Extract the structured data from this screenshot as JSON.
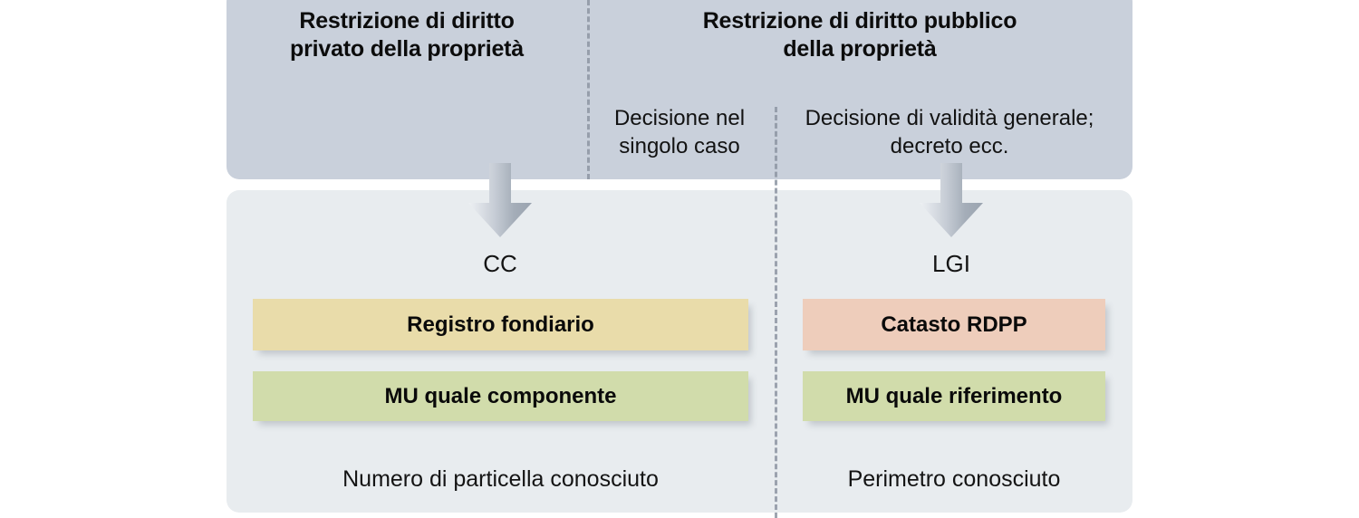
{
  "diagram": {
    "columns": {
      "private": {
        "title": "Restrizione di diritto\nprivato della proprietà",
        "title_line1": "Restrizione di diritto",
        "title_line2": "privato della proprietà"
      },
      "public": {
        "title_line1": "Restrizione di diritto pubblico",
        "title_line2": "della proprietà"
      }
    },
    "subheads": {
      "single_case_line1": "Decisione nel",
      "single_case_line2": "singolo caso",
      "general_line1": "Decisione di validità generale;",
      "general_line2": "decreto ecc."
    },
    "laws": {
      "left": "CC",
      "right": "LGI"
    },
    "boxes": {
      "registro_fondiario": "Registro fondiario",
      "mu_componente": "MU quale componente",
      "catasto_rdpp": "Catasto RDPP",
      "mu_riferimento": "MU quale riferimento"
    },
    "footnotes": {
      "left": "Numero di particella conosciuto",
      "right": "Perimetro conosciuto"
    },
    "colors": {
      "panel_top": "#c9d0db",
      "panel_bottom": "#e8ecef",
      "box_registro": "#e9dcaa",
      "box_mu": "#d1dcab",
      "box_catasto": "#eecdbb",
      "divider": "#8e96a3",
      "arrow_light": "#eef1f4",
      "arrow_dark": "#98a2ad"
    },
    "icons": {
      "arrow_left": "down-arrow-icon",
      "arrow_right": "down-arrow-icon"
    }
  }
}
